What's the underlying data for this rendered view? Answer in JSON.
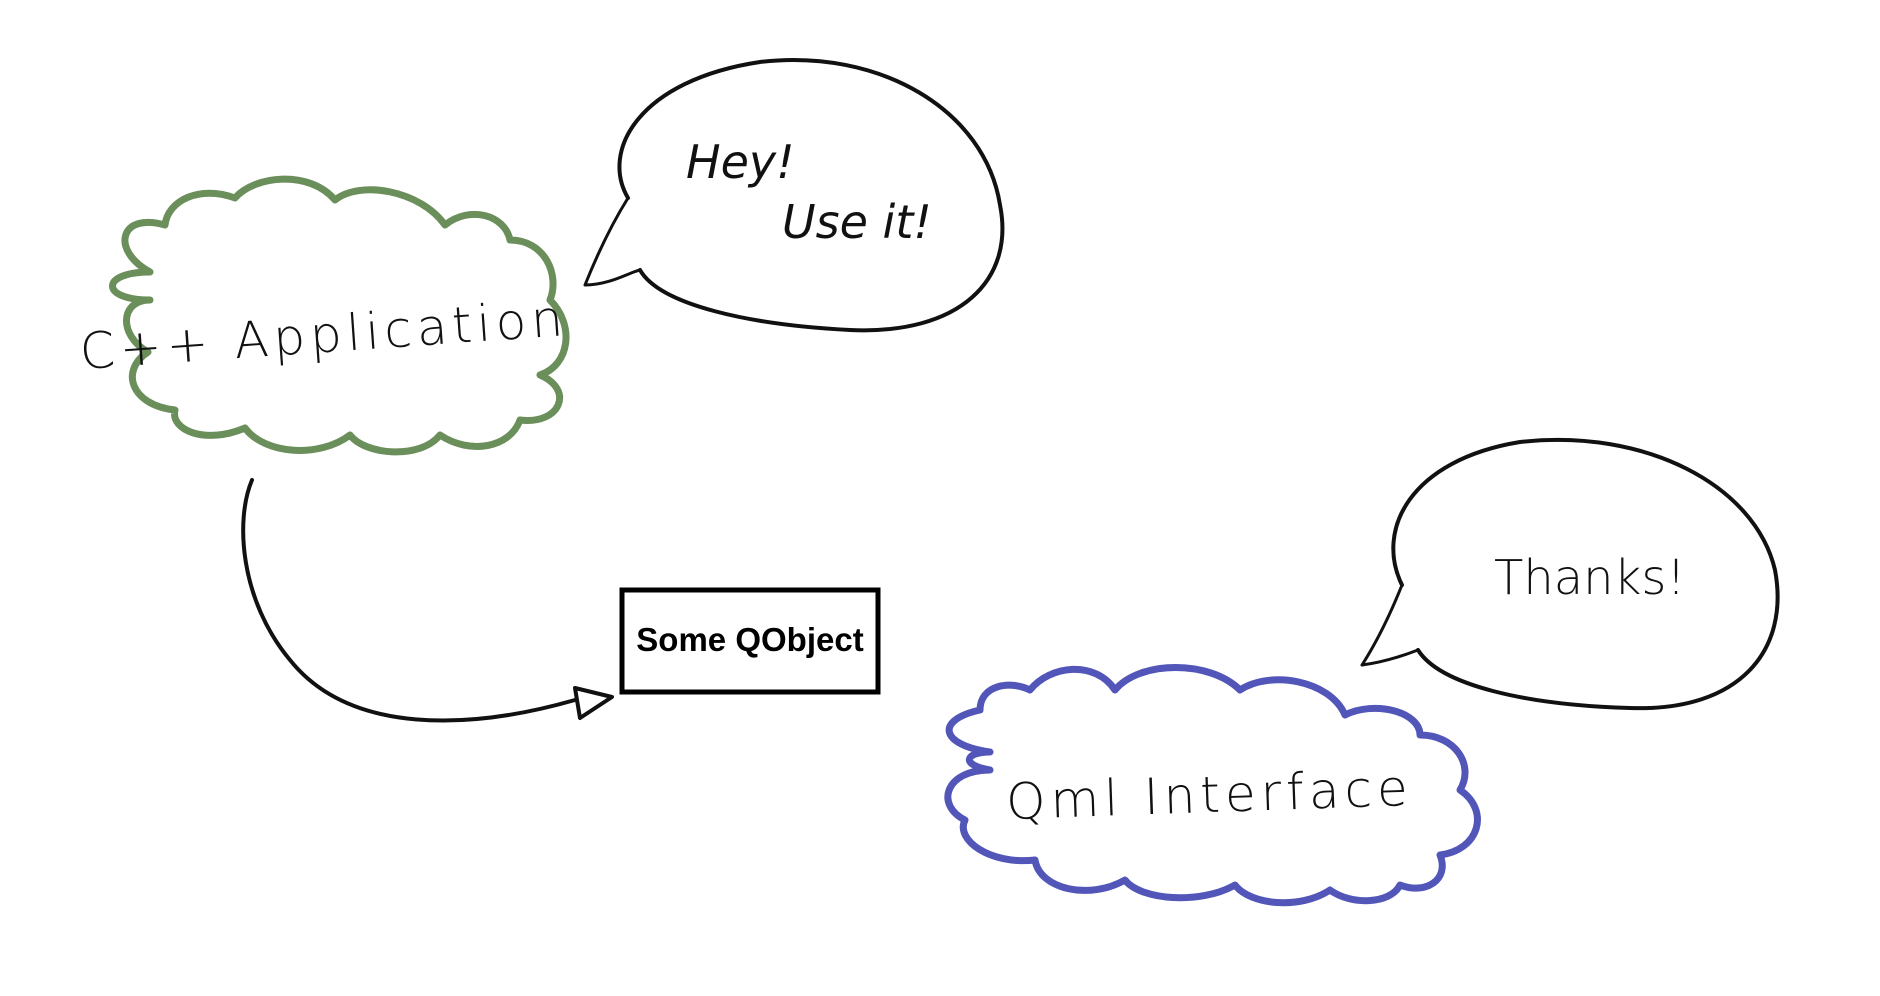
{
  "diagram": {
    "nodes": {
      "cpp_app": {
        "label": "C++ Application",
        "shape": "cloud",
        "outline_color": "#6a8f5a"
      },
      "qml_interface": {
        "label": "Qml Interface",
        "shape": "cloud",
        "outline_color": "#5256b8"
      },
      "qobject": {
        "label": "Some QObject",
        "shape": "rectangle",
        "outline_color": "#000000"
      }
    },
    "bubbles": {
      "cpp_speech": {
        "line1": "Hey!",
        "line2": "Use it!"
      },
      "qml_speech": {
        "text": "Thanks!"
      }
    },
    "edges": [
      {
        "from": "cpp_app",
        "to": "qobject",
        "style": "curved-arrow"
      }
    ]
  }
}
